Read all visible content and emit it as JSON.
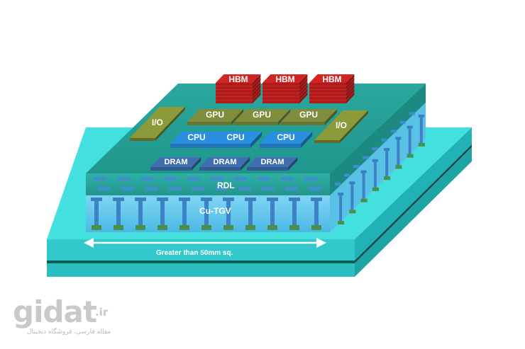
{
  "diagram": {
    "hbm_labels": [
      "HBM",
      "HBM",
      "HBM"
    ],
    "gpu_labels": [
      "GPU",
      "GPU",
      "GPU"
    ],
    "cpu_labels": [
      "CPU",
      "CPU",
      "CPU"
    ],
    "dram_labels": [
      "DRAM",
      "DRAM",
      "DRAM"
    ],
    "io_left": "I/O",
    "io_right": "I/O",
    "rdl_label": "RDL",
    "tgv_label": "Cu-TGV",
    "size_label": "Greater than 50mm sq."
  },
  "watermark": {
    "brand": "gidat",
    "tld": ".ir",
    "tagline": "مقاله فارسی، فروشگاه دیجیتال"
  },
  "colors": {
    "substrate": "#3fd9d9",
    "interposer": "#2aa79d",
    "hbm": "#d42323",
    "gpu": "#7e8e3e",
    "cpu": "#2a8fe0",
    "dram": "#3f6fae",
    "io": "#8c9a3a"
  }
}
